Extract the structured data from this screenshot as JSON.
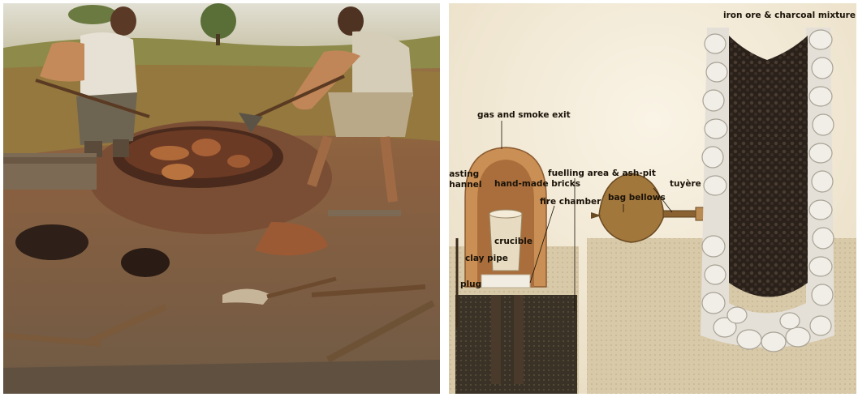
{
  "left_panel": {},
  "right_panel": {
    "labels": {
      "gas_exit": "gas and smoke exit",
      "casting_channel_line1": "casting",
      "casting_channel_line2": "channel",
      "hand_made_bricks": "hand-made bricks",
      "fuelling_area": "fuelling area & ash-pit",
      "crucible": "crucible",
      "fire_chamber": "fire chamber",
      "clay_pipe": "clay pipe",
      "plug": "plug",
      "bag_bellows": "bag bellows",
      "tuyere": "tuyère",
      "iron_ore_mixture": "iron ore & charcoal mixture"
    }
  },
  "colors": {
    "sky": "#d9d6c8",
    "earth": "#8a5e3c",
    "parchment": "#f3ead6",
    "brick": "#c9925a",
    "charcoal": "#2a211b",
    "stone": "#e9e6df"
  }
}
